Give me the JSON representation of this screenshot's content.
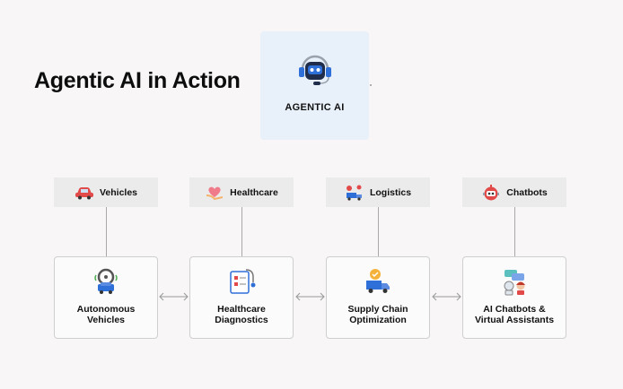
{
  "title": "Agentic AI in Action",
  "center": {
    "label": "AGENTIC AI",
    "icon": "robot-headset-icon"
  },
  "categories": [
    {
      "tag": "Vehicles",
      "tag_icon": "car-icon",
      "card": "Autonomous\nVehicles",
      "card_icon": "steering-car-icon"
    },
    {
      "tag": "Healthcare",
      "tag_icon": "heart-hand-icon",
      "card": "Healthcare\nDiagnostics",
      "card_icon": "medical-clipboard-icon"
    },
    {
      "tag": "Logistics",
      "tag_icon": "truck-route-icon",
      "card": "Supply Chain\nOptimization",
      "card_icon": "delivery-truck-icon"
    },
    {
      "tag": "Chatbots",
      "tag_icon": "chatbot-face-icon",
      "card": "AI Chatbots &\nVirtual Assistants",
      "card_icon": "chat-assistant-icon"
    }
  ],
  "colors": {
    "background": "#f8f6f6",
    "center_box": "#e8f0fa",
    "tag_bg": "#ecebeb",
    "accent_blue": "#2f6fd8",
    "accent_red": "#e24a4a"
  }
}
